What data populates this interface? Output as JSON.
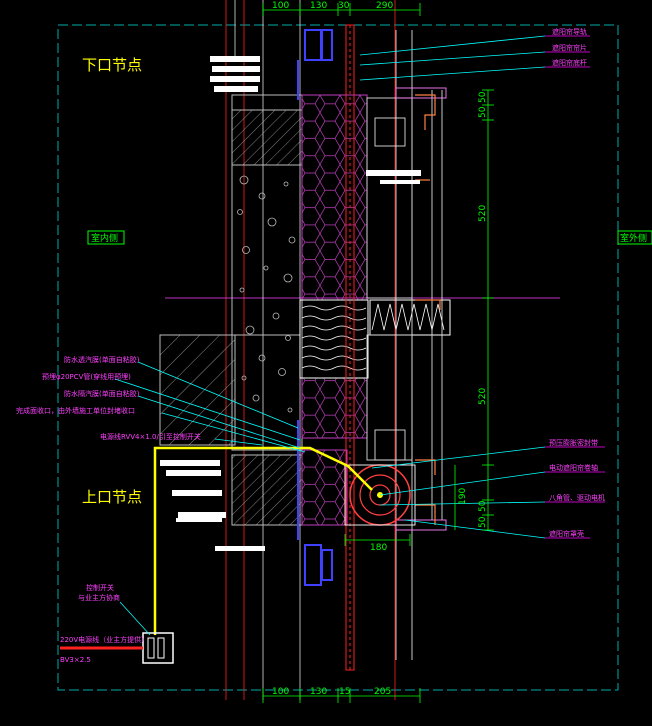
{
  "labels": {
    "lower_node": "下口节点",
    "upper_node": "上口节点",
    "indoor": "室内侧",
    "outdoor": "室外侧"
  },
  "dimensions": {
    "top": [
      "100",
      "130",
      "30",
      "290"
    ],
    "bottom": [
      "100",
      "130",
      "15",
      "205"
    ],
    "right_upper": [
      "50",
      "50",
      "520"
    ],
    "right_lower": [
      "520",
      "190",
      "50",
      "50"
    ],
    "lower_width": "180"
  },
  "callouts": {
    "right_top": [
      "遮阳帘导轨",
      "遮阳帘帘片",
      "遮阳帘底杆"
    ],
    "right_bottom": [
      "预压膨胀密封带",
      "电动遮阳帘卷轴",
      "八角管、驱动电机",
      "遮阳帘罩壳"
    ],
    "left": [
      "防水透汽膜(单面自粘胶)",
      "预埋φ20PCV管(穿线用预埋)",
      "防水隔汽膜(单面自粘胶)",
      "完成面收口，由外墙施工单位封堵收口"
    ],
    "cable": "电源线RVV4×1.0/引至控制开关",
    "switch_note": [
      "控制开关",
      "与业主方协商"
    ],
    "power": [
      "220V电源线（业主方提供）",
      "BV3×2.5"
    ]
  },
  "colors": {
    "background": "#000000",
    "dim_green": "#00ff00",
    "callout_magenta": "#ff00ff",
    "leader_cyan": "#00ffff",
    "cable_yellow": "#ffff00",
    "insulation_magenta": "#d040d0",
    "concrete_gray": "#c0c0c0",
    "blue_frame": "#3030ff",
    "red_axis": "#ff0000"
  }
}
